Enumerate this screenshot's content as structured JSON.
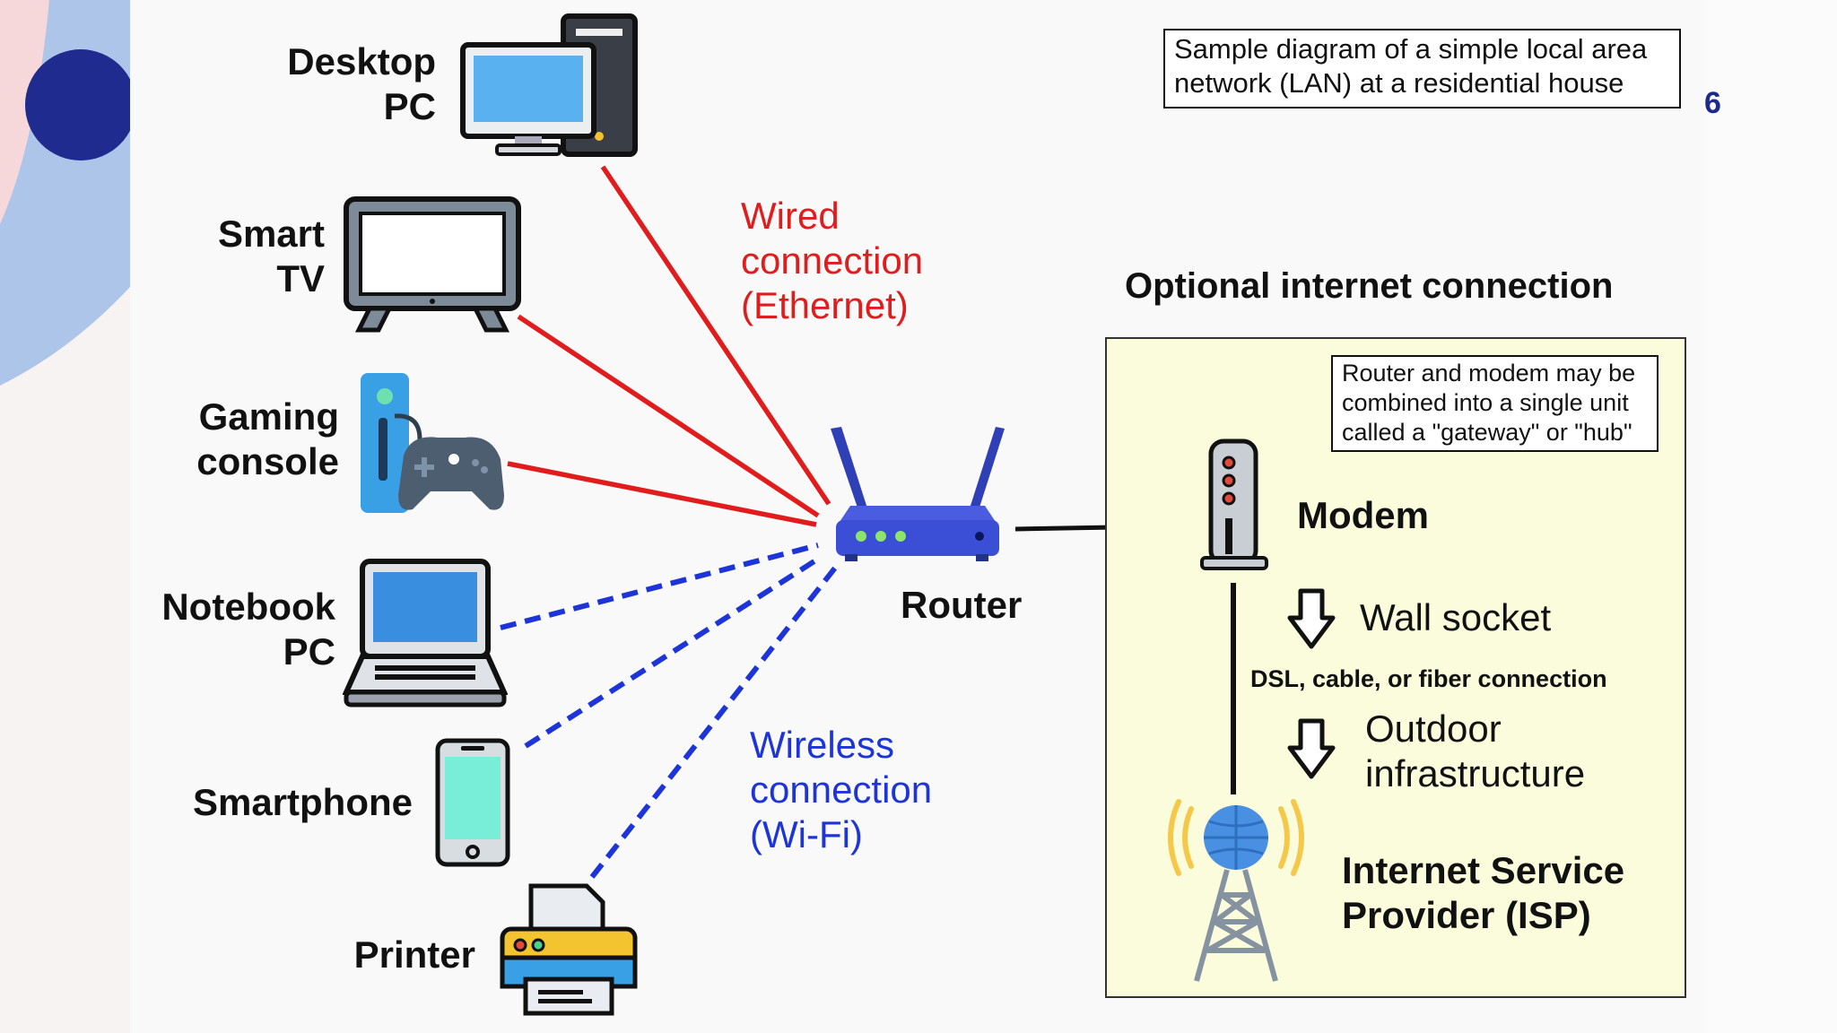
{
  "devices": {
    "desktop": "Desktop\nPC",
    "tv": "Smart\nTV",
    "console": "Gaming\nconsole",
    "notebook": "Notebook\nPC",
    "phone": "Smartphone",
    "printer": "Printer"
  },
  "router_label": "Router",
  "wired_label": "Wired\nconnection\n(Ethernet)",
  "wireless_label": "Wireless\nconnection\n(Wi-Fi)",
  "title_note": "Sample diagram of a simple local area\nnetwork (LAN) at a residential house",
  "page_number": "6",
  "internet": {
    "heading": "Optional internet connection",
    "gateway_note": "Router and modem may be\ncombined into a single unit\ncalled a \"gateway\" or \"hub\"",
    "modem": "Modem",
    "wall_socket": "Wall socket",
    "dsl": "DSL, cable, or fiber connection",
    "outdoor": "Outdoor\ninfrastructure",
    "isp": "Internet Service\nProvider (ISP)"
  },
  "colors": {
    "wired": "#e11c1c",
    "wireless": "#1d35d8",
    "isp_box": "#fbfcdc",
    "router": "#3b4fd6"
  },
  "icons": [
    "desktop-pc-icon",
    "smart-tv-icon",
    "gaming-console-icon",
    "laptop-icon",
    "smartphone-icon",
    "printer-icon",
    "router-icon",
    "modem-icon",
    "down-arrow-icon",
    "isp-tower-icon"
  ]
}
